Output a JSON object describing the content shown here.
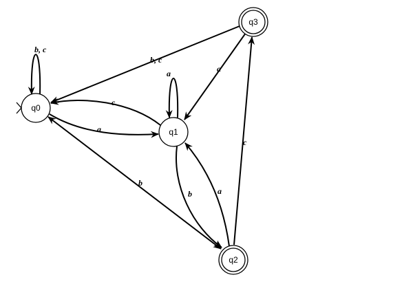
{
  "automaton": {
    "states": [
      {
        "id": "q0",
        "label": "q0",
        "initial": true,
        "accepting": false
      },
      {
        "id": "q1",
        "label": "q1",
        "initial": false,
        "accepting": false
      },
      {
        "id": "q2",
        "label": "q2",
        "initial": false,
        "accepting": true
      },
      {
        "id": "q3",
        "label": "q3",
        "initial": false,
        "accepting": true
      }
    ],
    "transitions": [
      {
        "from": "q0",
        "to": "q0",
        "label": "b, c"
      },
      {
        "from": "q1",
        "to": "q1",
        "label": "a"
      },
      {
        "from": "q3",
        "to": "q0",
        "label": "b, c"
      },
      {
        "from": "q3",
        "to": "q1",
        "label": "a"
      },
      {
        "from": "q1",
        "to": "q0",
        "label": "c"
      },
      {
        "from": "q0",
        "to": "q1",
        "label": "a"
      },
      {
        "from": "q0",
        "to": "q2",
        "label": "b"
      },
      {
        "from": "q1",
        "to": "q2",
        "label": "b"
      },
      {
        "from": "q2",
        "to": "q1",
        "label": "a"
      },
      {
        "from": "q2",
        "to": "q3",
        "label": "c"
      }
    ]
  }
}
